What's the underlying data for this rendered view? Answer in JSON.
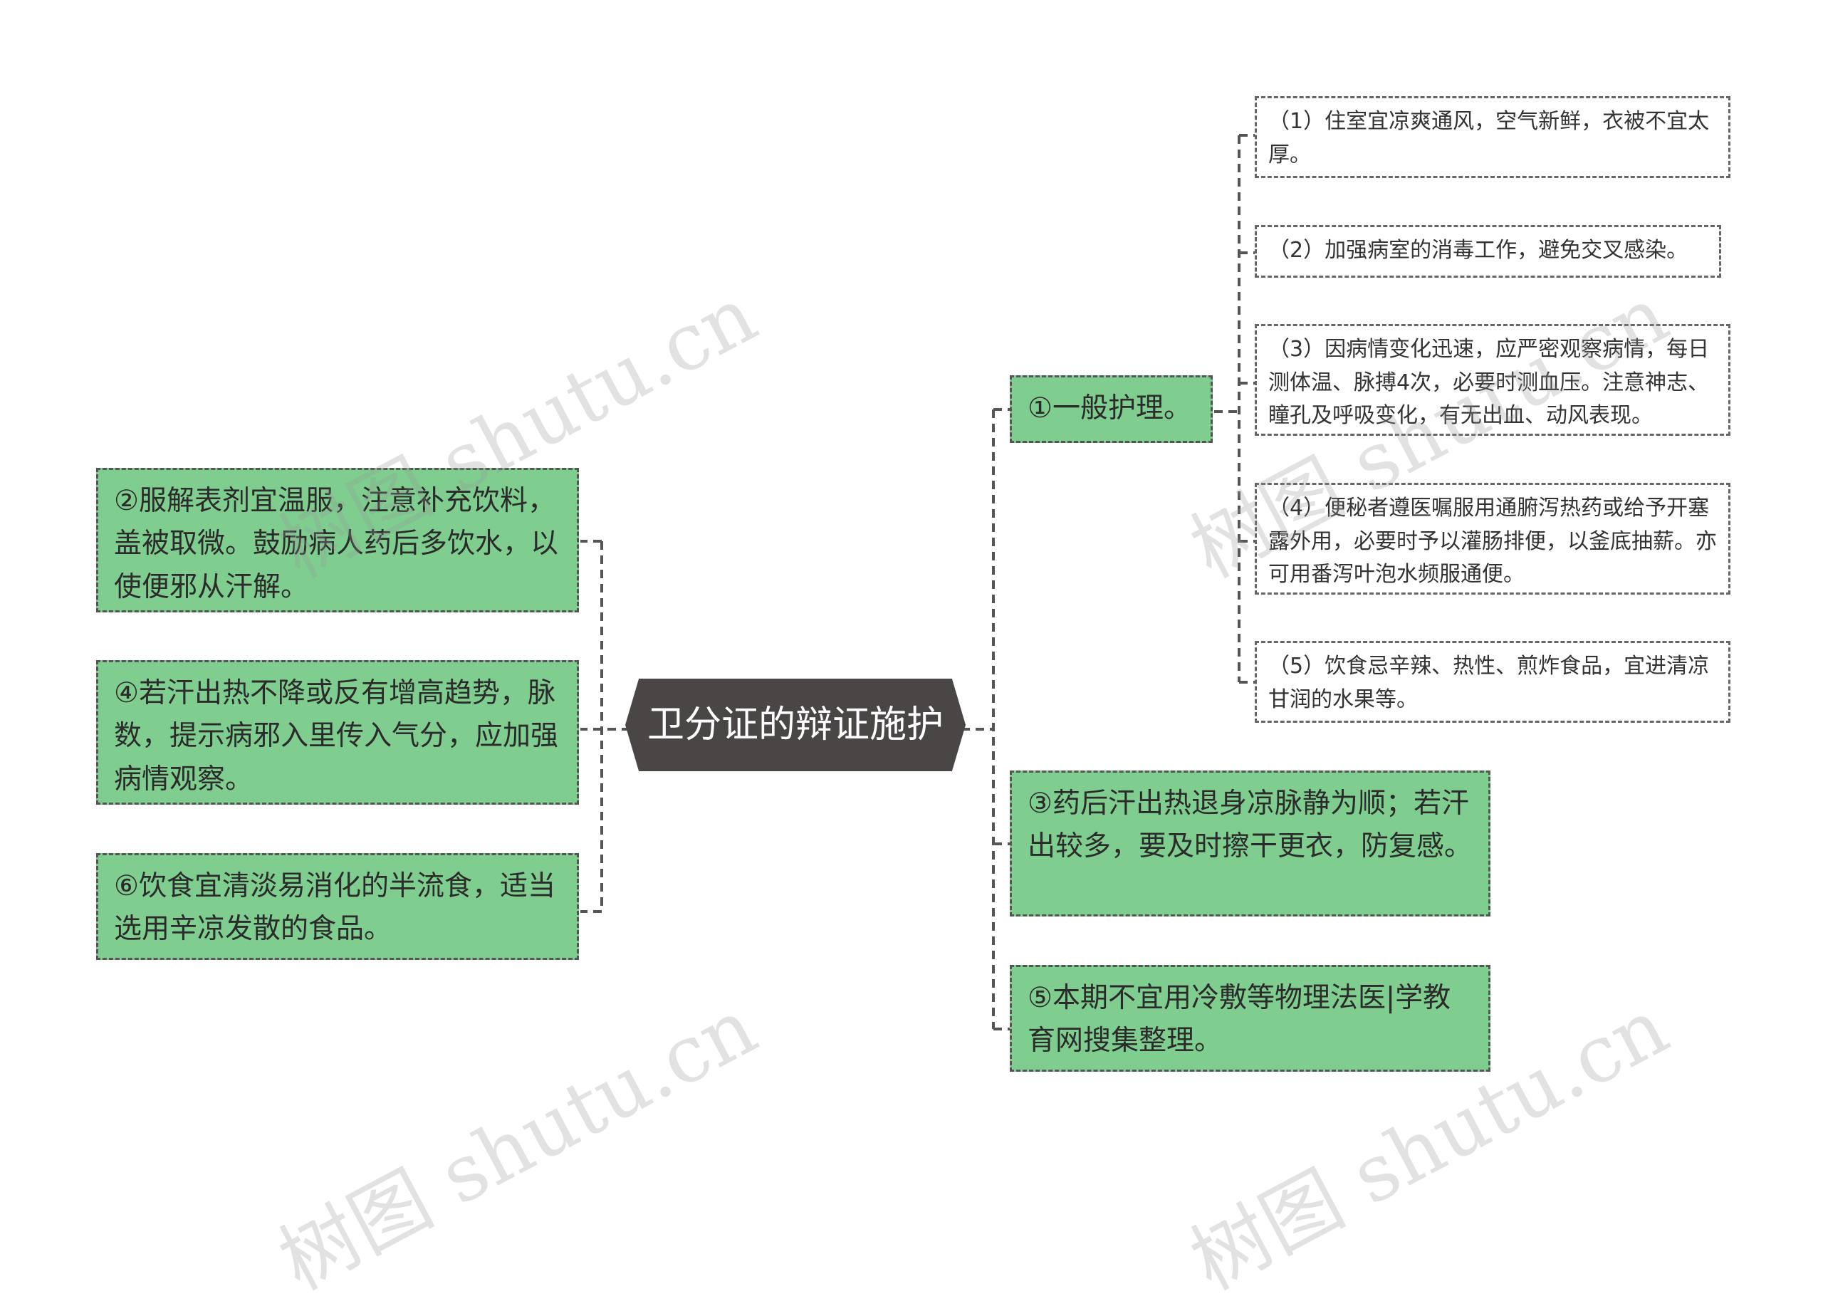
{
  "root": {
    "label": "卫分证的辩证施护"
  },
  "left_nodes": [
    {
      "id": "n2",
      "label": "②服解表剂宜温服，注意补充饮料，盖被取微。鼓励病人药后多饮水，以使便邪从汗解。"
    },
    {
      "id": "n4",
      "label": "④若汗出热不降或反有增高趋势，脉数，提示病邪入里传入气分，应加强病情观察。"
    },
    {
      "id": "n6",
      "label": "⑥饮食宜清淡易消化的半流食，适当选用辛凉发散的食品。"
    }
  ],
  "right_nodes": [
    {
      "id": "n1",
      "label": "①一般护理。"
    },
    {
      "id": "n3",
      "label": "③药后汗出热退身凉脉静为顺；若汗出较多，要及时擦干更衣，防复感。"
    },
    {
      "id": "n5",
      "label": "⑤本期不宜用冷敷等物理法医|学教育网搜集整理。"
    }
  ],
  "general_care_items": [
    {
      "id": "s1",
      "label": "（1）住室宜凉爽通风，空气新鲜，衣被不宜太厚。"
    },
    {
      "id": "s2",
      "label": "（2）加强病室的消毒工作，避免交叉感染。"
    },
    {
      "id": "s3",
      "label": "（3）因病情变化迅速，应严密观察病情，每日测体温、脉搏4次，必要时测血压。注意神志、瞳孔及呼吸变化，有无出血、动风表现。"
    },
    {
      "id": "s4",
      "label": "（4）便秘者遵医嘱服用通腑泻热药或给予开塞露外用，必要时予以灌肠排便，以釜底抽薪。亦可用番泻叶泡水频服通便。"
    },
    {
      "id": "s5",
      "label": "（5）饮食忌辛辣、热性、煎炸食品，宜进清凉甘润的水果等。"
    }
  ],
  "watermarks": [
    "树图 shutu.cn",
    "树图 shutu.cn",
    "树图 shutu.cn",
    "树图 shutu.cn"
  ],
  "colors": {
    "root_bg": "#4a4646",
    "node_green": "#7fcd8f",
    "border": "#555555"
  }
}
